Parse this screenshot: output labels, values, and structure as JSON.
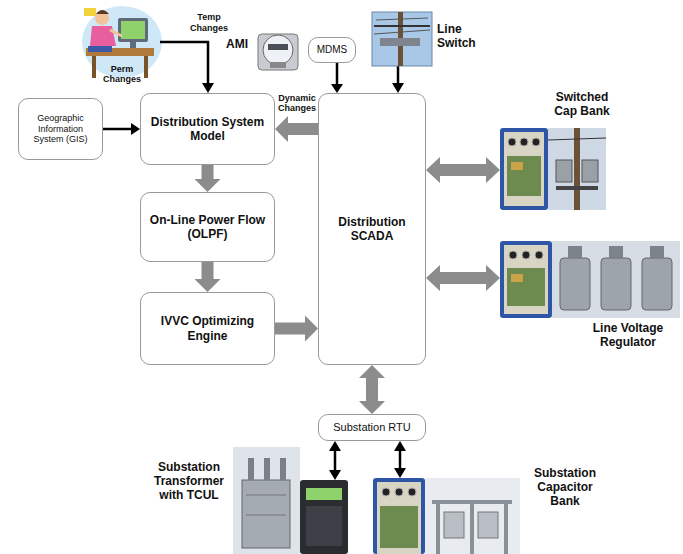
{
  "diagram": {
    "nodes": [
      {
        "text": [
          "MDMS"
        ]
      },
      {
        "text": [
          "Geographic Information System (GIS)"
        ]
      },
      {
        "text": [
          "Distribution System Model"
        ]
      },
      {
        "text": [
          "On-Line Power Flow (OLPF)"
        ]
      },
      {
        "text": [
          "IVVC Optimizing Engine"
        ]
      },
      {
        "text": [
          "Distribution SCADA"
        ]
      },
      {
        "text": [
          "Substation RTU"
        ]
      }
    ],
    "edges": [
      {
        "from": 1,
        "to": 2,
        "label": "Perm Changes",
        "arrow": "to"
      },
      {
        "from": 5,
        "to": 2,
        "label": "Dynamic Changes",
        "arrow": "to"
      },
      {
        "from": 2,
        "to": 3,
        "arrow": "to"
      },
      {
        "from": 3,
        "to": 4,
        "arrow": "to"
      },
      {
        "from": 4,
        "to": 5,
        "arrow": "to"
      },
      {
        "from": 0,
        "to": 5,
        "arrow": "to"
      },
      {
        "from": 5,
        "to": 6,
        "arrow": "both"
      }
    ],
    "labels": [
      "Temp Changes",
      "AMI",
      "Line Switch",
      "Switched Cap Bank",
      "Line Voltage Regulator",
      "Substation Transformer with TCUL",
      "Substation Capacitor Bank"
    ]
  }
}
